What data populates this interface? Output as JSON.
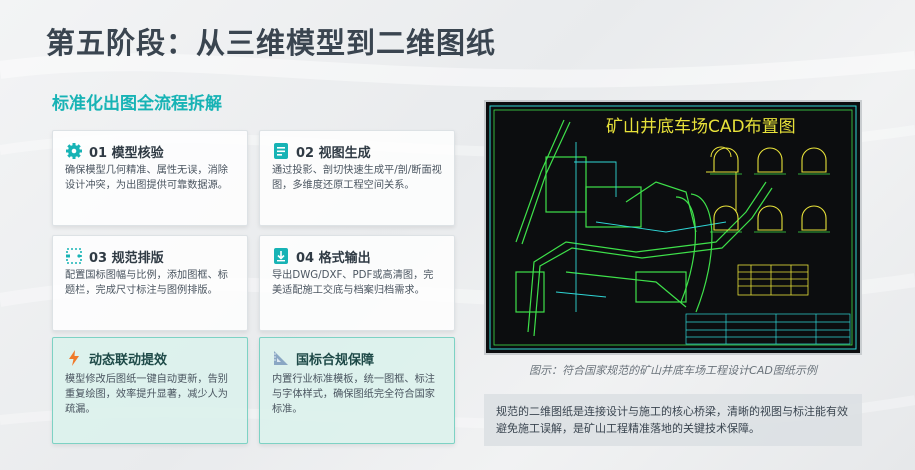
{
  "title": "第五阶段：从三维模型到二维图纸",
  "subtitle": "标准化出图全流程拆解",
  "cards": [
    {
      "icon": "gear-icon",
      "title": "01 模型核验",
      "desc": "确保模型几何精准、属性无误，消除设计冲突，为出图提供可靠数据源。"
    },
    {
      "icon": "view-list-icon",
      "title": "02 视图生成",
      "desc": "通过投影、剖切快速生成平/剖/断面视图，多维度还原工程空间关系。"
    },
    {
      "icon": "layout-icon",
      "title": "03 规范排版",
      "desc": "配置国标图幅与比例，添加图框、标题栏，完成尺寸标注与图例排版。"
    },
    {
      "icon": "download-icon",
      "title": "04 格式输出",
      "desc": "导出DWG/DXF、PDF或高清图，完美适配施工交底与档案归档需求。"
    },
    {
      "icon": "lightning-icon",
      "title": "动态联动提效",
      "desc": "模型修改后图纸一键自动更新，告别重复绘图，效率提升显著，减少人为疏漏。"
    },
    {
      "icon": "ruler-icon",
      "title": "国标合规保障",
      "desc": "内置行业标准模板，统一图框、标注与字体样式，确保图纸完全符合国家标准。"
    }
  ],
  "cad_title": "矿山井底车场CAD布置图",
  "caption": "图示：符合国家规范的矿山井底车场工程设计CAD图纸示例",
  "note": "规范的二维图纸是连接设计与施工的核心桥梁，清晰的视图与标注能有效避免施工误解，是矿山工程精准落地的关键技术保障。",
  "colors": {
    "accent": "#17b3b5",
    "title": "#3a4550",
    "cad_bg": "#0c0d0f",
    "cad_yellow": "#e8e23a",
    "cad_green": "#3ee04a",
    "cad_cyan": "#2fd6d6"
  }
}
